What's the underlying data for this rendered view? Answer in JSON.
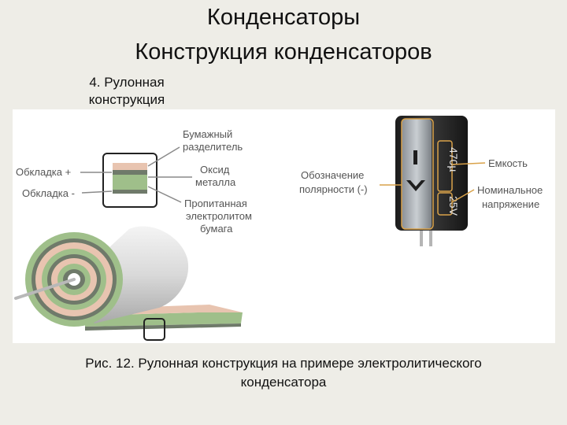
{
  "header": {
    "title": "Конденсаторы",
    "subtitle": "Конструкция конденсаторов",
    "section_line1": "4. Рулонная",
    "section_line2": "конструкция"
  },
  "diagram": {
    "left_labels": {
      "plate_plus": "Обкладка +",
      "plate_minus": "Обкладка -"
    },
    "right_labels": {
      "paper_sep_1": "Бумажный",
      "paper_sep_2": "разделитель",
      "oxide_1": "Оксид",
      "oxide_2": "металла",
      "soaked_1": "Пропитанная",
      "soaked_2": "электролитом",
      "soaked_3": "бумага"
    },
    "capacitor_labels": {
      "polarity_1": "Обозначение",
      "polarity_2": "полярности (-)",
      "capacity": "Емкость",
      "voltage_1": "Номинальное",
      "voltage_2": "напряжение"
    },
    "capacitor_print": {
      "value": "470µ",
      "voltage": "25V"
    },
    "colors": {
      "layer_pink": "#e8c4b0",
      "layer_green": "#9fbf8a",
      "layer_grey": "#6f7a6a",
      "label_grey": "#555555",
      "capacitor_body": "#2a2a2a",
      "highlight_orange": "#d9a24a"
    }
  },
  "caption": {
    "line1": "Рис. 12. Рулонная конструкция на примере электролитического",
    "line2": "конденсатора"
  }
}
